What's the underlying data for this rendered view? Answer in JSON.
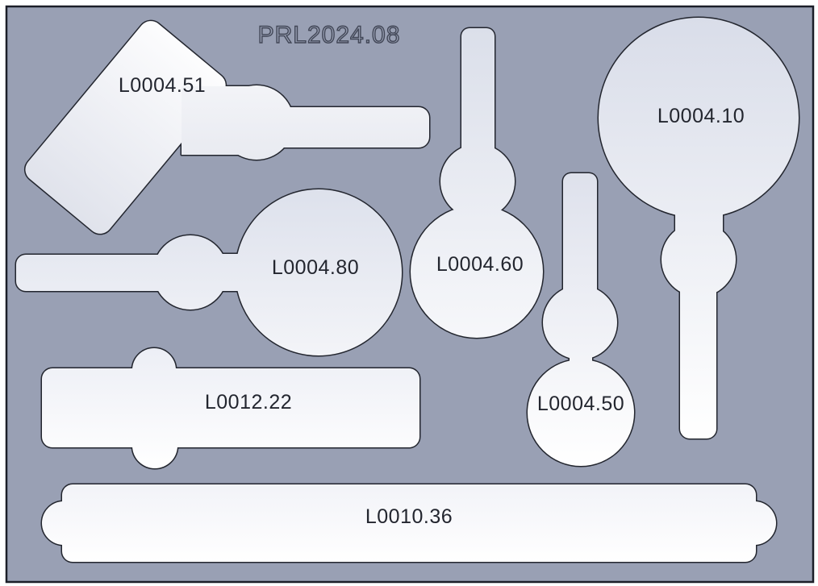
{
  "drawing": {
    "title": "PRL2024.08",
    "colors": {
      "tray_background": "#99a0b4",
      "outline": "#23262f",
      "pocket_shaded": "#dde1ed",
      "pocket_light": "#ffffff",
      "label_text": "#23262f"
    },
    "pockets": [
      {
        "label": "L0004.51"
      },
      {
        "label": "L0004.10"
      },
      {
        "label": "L0004.80"
      },
      {
        "label": "L0004.60"
      },
      {
        "label": "L0004.50"
      },
      {
        "label": "L0012.22"
      },
      {
        "label": "L0010.36"
      }
    ]
  }
}
